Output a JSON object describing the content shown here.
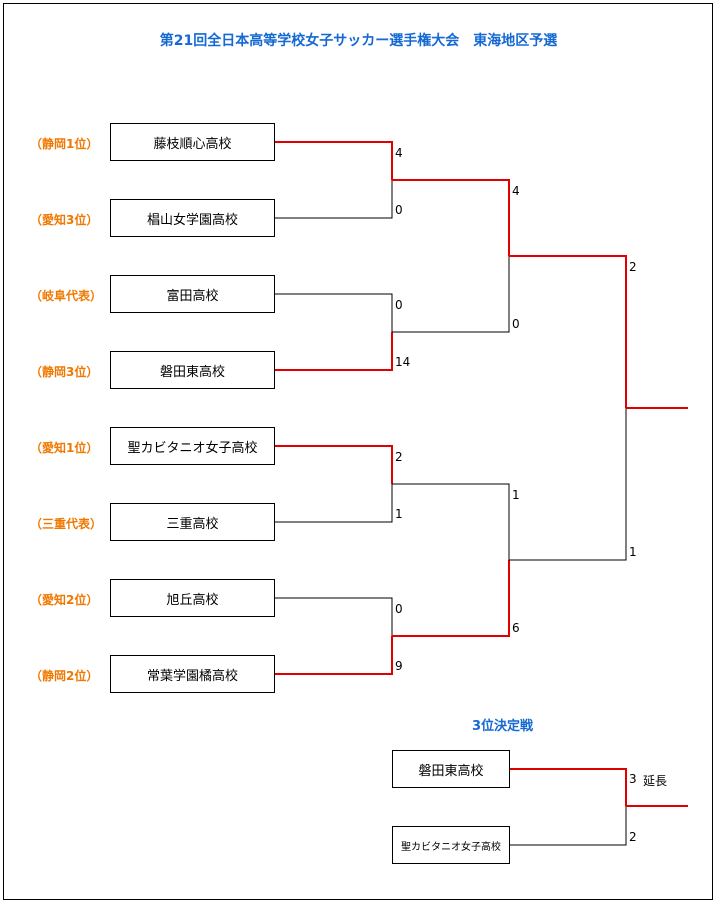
{
  "title": "第21回全日本高等学校女子サッカー選手権大会　東海地区予選",
  "teams": [
    {
      "name": "藤枝順心高校",
      "seed": "（静岡1位）"
    },
    {
      "name": "椙山女学園高校",
      "seed": "（愛知3位）"
    },
    {
      "name": "富田高校",
      "seed": "（岐阜代表）"
    },
    {
      "name": "磐田東高校",
      "seed": "（静岡3位）"
    },
    {
      "name": "聖カビタニオ女子高校",
      "seed": "（愛知1位）"
    },
    {
      "name": "三重高校",
      "seed": "（三重代表）"
    },
    {
      "name": "旭丘高校",
      "seed": "（愛知2位）"
    },
    {
      "name": "常葉学園橘高校",
      "seed": "（静岡2位）"
    }
  ],
  "round1_scores": [
    "4",
    "0",
    "0",
    "14",
    "2",
    "1",
    "0",
    "9"
  ],
  "semifinal_scores": [
    "4",
    "0",
    "1",
    "6"
  ],
  "final_scores": [
    "2",
    "1"
  ],
  "third_place": {
    "title": "3位決定戦",
    "teams": [
      "磐田東高校",
      "聖カビタニオ女子高校"
    ],
    "scores": [
      "3",
      "2"
    ],
    "note": "延長"
  },
  "colors": {
    "winner_line": "#e00000",
    "loser_line": "#000000",
    "title": "#1569d2",
    "seed": "#f07800"
  }
}
